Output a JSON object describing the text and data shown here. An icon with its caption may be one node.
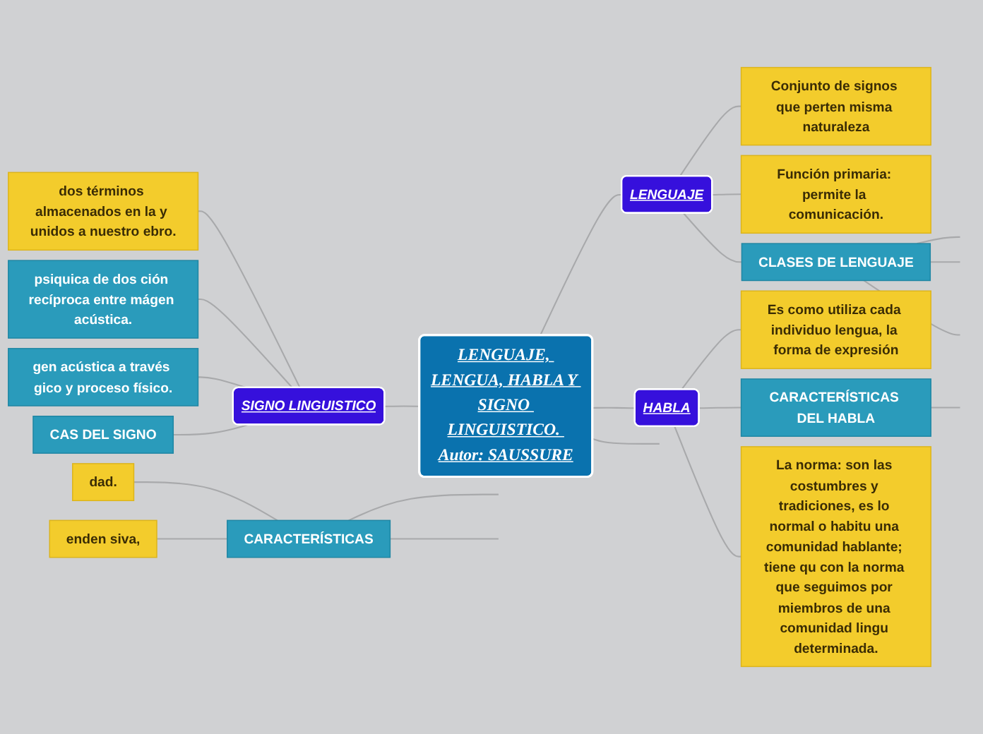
{
  "diagram": {
    "nodes": [
      {
        "text": [
          "LENGUAJE, LENGUA, HABLA Y SIGNO LINGUISTICO. Autor: SAUSSURE"
        ]
      },
      {
        "text": [
          "LENGUAJE"
        ]
      },
      {
        "text": [
          "Conjunto de signos que perten misma naturaleza"
        ]
      },
      {
        "text": [
          "Función primaria: permite la comunicación."
        ]
      },
      {
        "text": [
          "CLASES DE LENGUAJE"
        ]
      },
      {
        "text": [
          "HABLA"
        ]
      },
      {
        "text": [
          "Es como utiliza cada individuo lengua, la forma de expresión"
        ]
      },
      {
        "text": [
          "CARACTERÍSTICAS DEL HABLA"
        ]
      },
      {
        "text": [
          "La norma: son las costumbres y tradiciones, es lo normal o habitu una comunidad hablante; tiene qu con la norma que seguimos por miembros de una comunidad lingu determinada."
        ]
      },
      {
        "text": [
          "SIGNO LINGUISTICO"
        ]
      },
      {
        "text": [
          "dos términos almacenados en la y unidos a nuestro ebro."
        ]
      },
      {
        "text": [
          "psiquica de dos ción recíproca entre mágen acústica."
        ]
      },
      {
        "text": [
          "gen acústica a través gico y proceso físico."
        ]
      },
      {
        "text": [
          "CAS DEL SIGNO"
        ]
      },
      {
        "text": [
          "CARACTERÍSTICAS"
        ]
      },
      {
        "text": [
          "dad."
        ]
      },
      {
        "text": [
          "enden siva,"
        ]
      }
    ],
    "edges": [
      {
        "from": 0,
        "to": 1,
        "arrow": "none"
      },
      {
        "from": 1,
        "to": 2,
        "arrow": "none"
      },
      {
        "from": 1,
        "to": 3,
        "arrow": "none"
      },
      {
        "from": 1,
        "to": 4,
        "arrow": "none"
      },
      {
        "from": 4,
        "to": null,
        "arrow": "none"
      },
      {
        "from": 4,
        "to": null,
        "arrow": "none"
      },
      {
        "from": 4,
        "to": null,
        "arrow": "none"
      },
      {
        "from": 0,
        "to": 5,
        "arrow": "none"
      },
      {
        "from": 5,
        "to": 6,
        "arrow": "none"
      },
      {
        "from": 5,
        "to": 7,
        "arrow": "none"
      },
      {
        "from": 5,
        "to": 8,
        "arrow": "none"
      },
      {
        "from": 7,
        "to": null,
        "arrow": "none"
      },
      {
        "from": 9,
        "to": 0,
        "arrow": "none"
      },
      {
        "from": 10,
        "to": 9,
        "arrow": "none"
      },
      {
        "from": 11,
        "to": 9,
        "arrow": "none"
      },
      {
        "from": 12,
        "to": 9,
        "arrow": "none"
      },
      {
        "from": 13,
        "to": 9,
        "arrow": "none"
      },
      {
        "from": 0,
        "to": null,
        "arrow": "none"
      },
      {
        "from": 15,
        "to": 14,
        "arrow": "none"
      },
      {
        "from": 16,
        "to": 14,
        "arrow": "none"
      },
      {
        "from": 14,
        "to": null,
        "arrow": "none"
      },
      {
        "from": 14,
        "to": null,
        "arrow": "none"
      }
    ]
  }
}
